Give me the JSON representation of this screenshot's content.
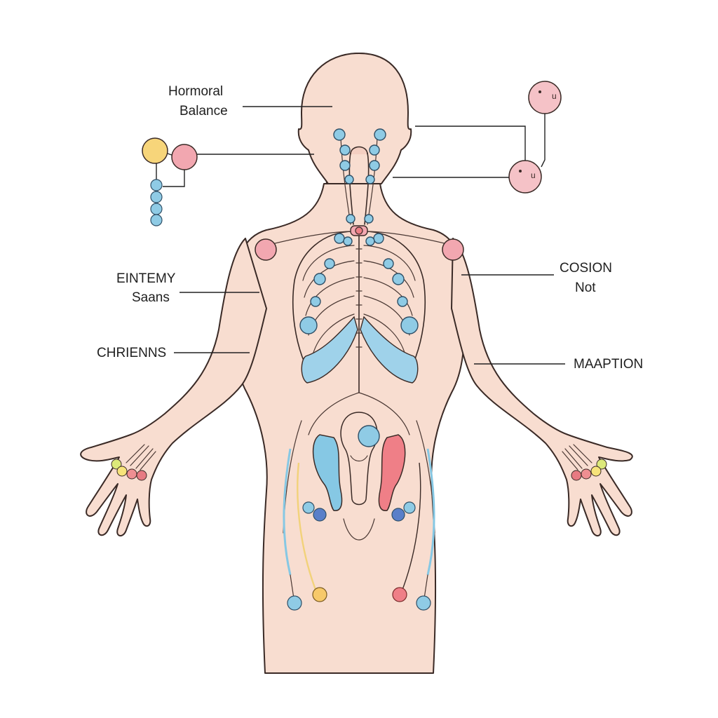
{
  "labels": {
    "hormonal_line1": "Hormoral",
    "hormonal_line2": "Balance",
    "left_mid_line1": "EINTEMY",
    "left_mid_line2": "Saans",
    "left_low": "CHRIENNS",
    "right_mid_line1": "COSION",
    "right_mid_line2": "Not",
    "right_low": "MAAPTION"
  },
  "colors": {
    "skin": "#f8ddd0",
    "outline": "#3a2a26",
    "blue_node": "#8fcbe5",
    "pink_node": "#f2a7b0",
    "yellow_node": "#f7d57a",
    "deep_blue_node": "#5a7fc9",
    "red_kidney": "#ef7f87",
    "blue_kidney": "#86c8e4"
  }
}
